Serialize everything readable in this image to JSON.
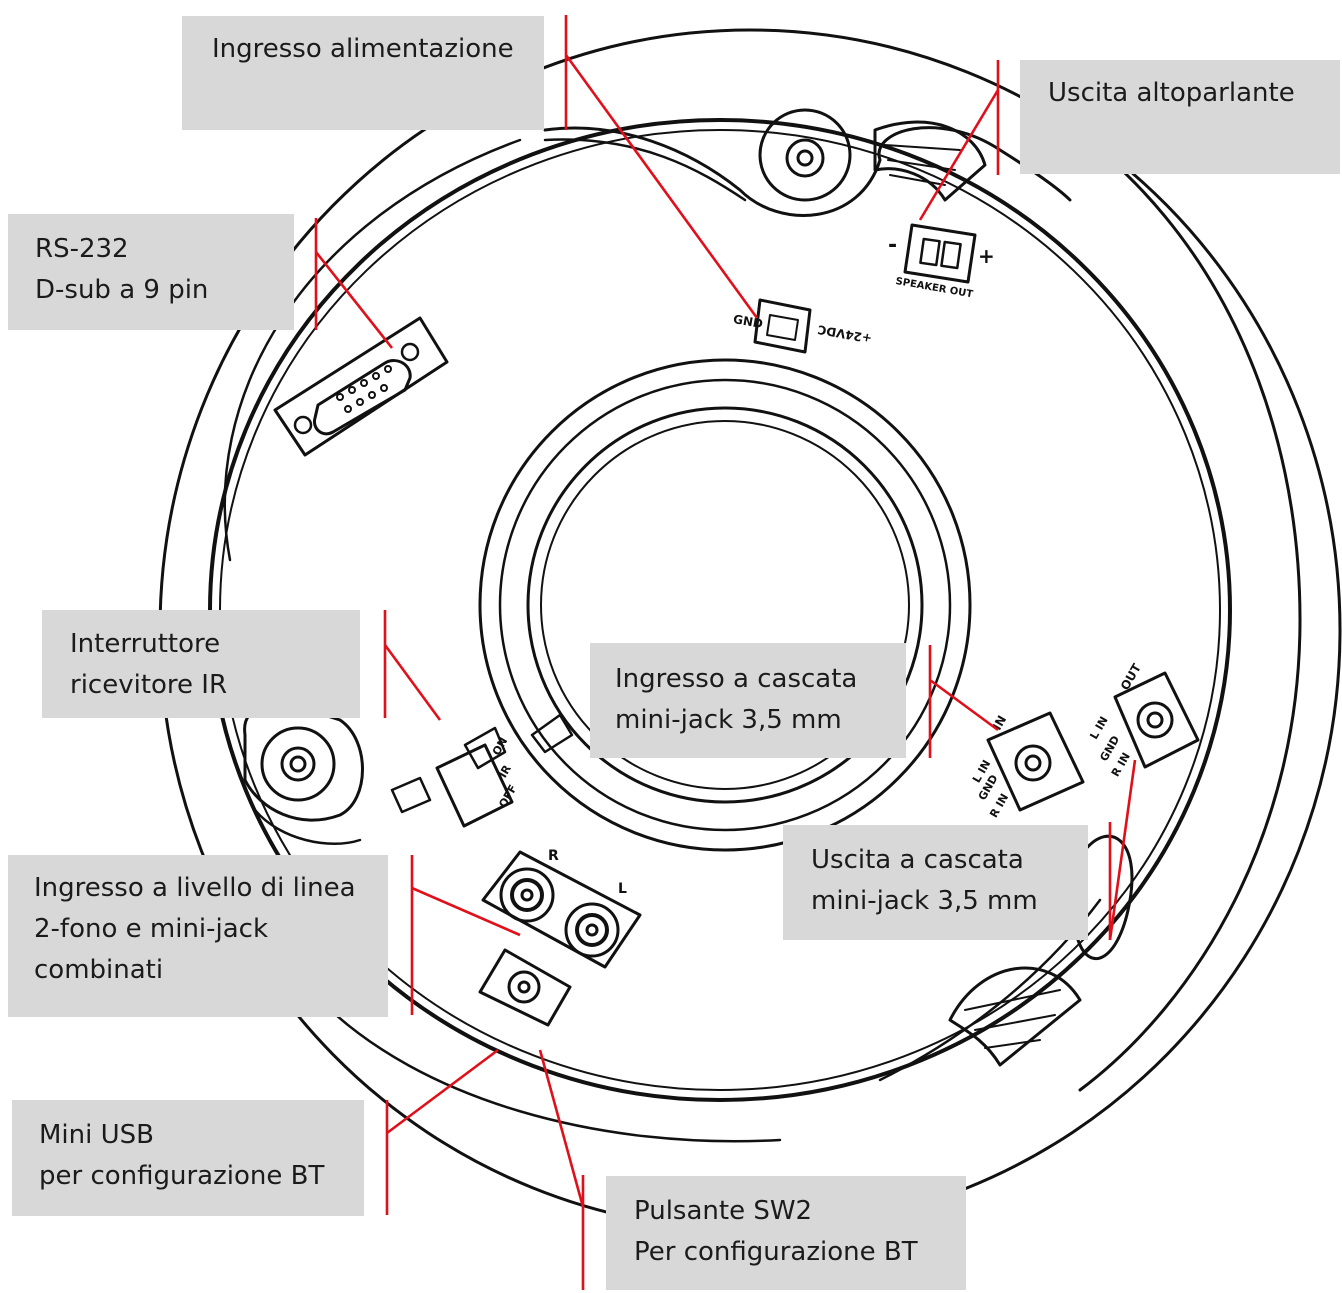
{
  "labels": {
    "power_input": "Ingresso alimentazione",
    "speaker_output": "Uscita altoparlante",
    "rs232": {
      "line1": "RS-232",
      "line2": "D-sub a 9 pin"
    },
    "ir_switch": {
      "line1": "Interruttore",
      "line2": "ricevitore IR"
    },
    "cascade_in": {
      "line1": "Ingresso a cascata",
      "line2": "mini-jack 3,5 mm"
    },
    "cascade_out": {
      "line1": "Uscita a cascata",
      "line2": "mini-jack 3,5 mm"
    },
    "line_input": {
      "line1": "Ingresso a livello di linea",
      "line2": "2-fono e mini-jack",
      "line3": "combinati"
    },
    "mini_usb": {
      "line1": "Mini USB",
      "line2": "per configurazione BT"
    },
    "sw2_button": {
      "line1": "Pulsante SW2",
      "line2": "Per configurazione BT"
    }
  },
  "colors": {
    "label_background": "#d8d8d8",
    "leader_line": "#e0101a",
    "drawing_ink": "#111111"
  }
}
